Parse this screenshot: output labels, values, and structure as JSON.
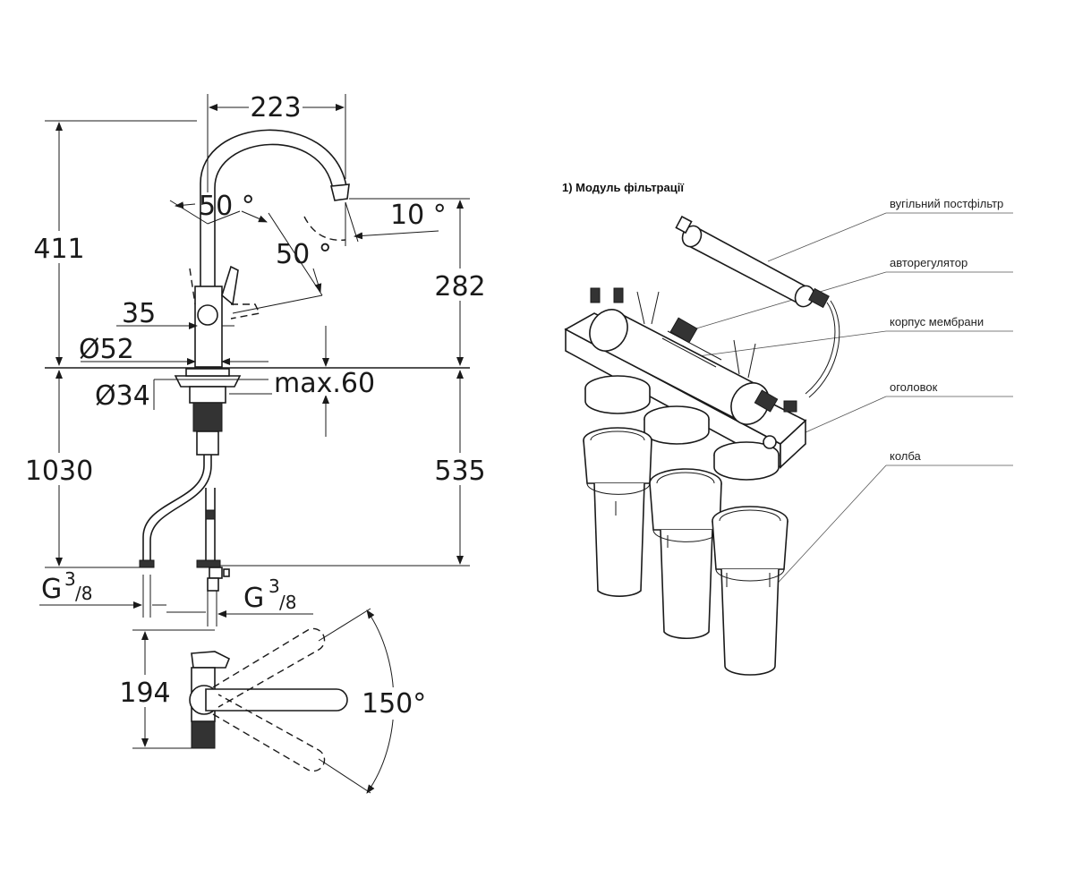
{
  "faucet_drawing": {
    "dimensions": {
      "width_223": "223",
      "height_411": "411",
      "height_282": "282",
      "angle_50_top": "50 °",
      "angle_50_mid": "50 °",
      "angle_10": "10 °",
      "handle_35": "35",
      "diameter_52": "Ø52",
      "diameter_34": "Ø34",
      "max_60": "max.60",
      "height_1030": "1030",
      "height_535": "535",
      "thread_left_g": "G",
      "thread_left_frac_num": "3",
      "thread_left_frac_den": "/8",
      "thread_right_g": "G",
      "thread_right_frac_num": "3",
      "thread_right_frac_den": "/8",
      "depth_194": "194",
      "swivel_150": "150°"
    }
  },
  "filter_drawing": {
    "title": "1) Модуль фільтрації",
    "labels": [
      "вугільний постфільтр",
      "авторегулятор",
      "корпус мембрани",
      "оголовок",
      "колба"
    ]
  }
}
